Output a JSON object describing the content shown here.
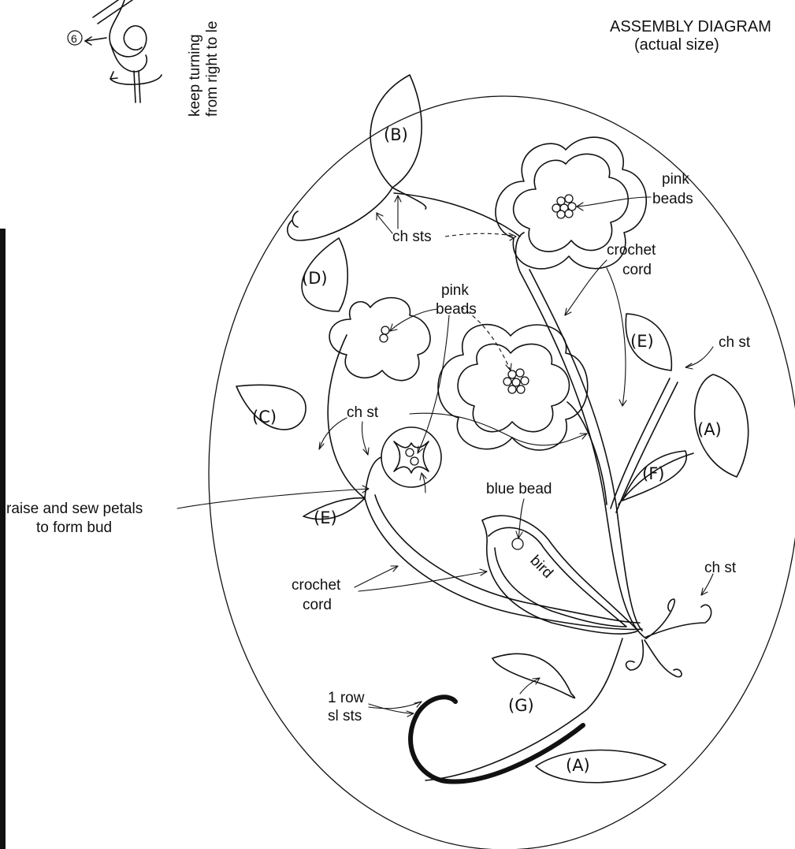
{
  "diagram": {
    "title": "ASSEMBLY DIAGRAM",
    "subtitle": "(actual size)",
    "step_number": "6",
    "turning_note_line1": "keep turning",
    "turning_note_line2": "from right to le",
    "leaves": {
      "B": "(B)",
      "D": "(D)",
      "C": "(C)",
      "E_upper": "(E)",
      "E_lower": "(E)",
      "A_right": "(A)",
      "A_bottom": "(A)",
      "F": "(F)",
      "G": "(G)"
    },
    "labels": {
      "ch_sts": "ch sts",
      "pink_beads_top_1": "pink",
      "pink_beads_top_2": "beads",
      "crochet_cord_top_1": "crochet",
      "crochet_cord_top_2": "cord",
      "pink_beads_mid_1": "pink",
      "pink_beads_mid_2": "beads",
      "ch_st_right": "ch st",
      "ch_st_mid": "ch st",
      "raise_sew_1": "raise and sew petals",
      "raise_sew_2": "to form bud",
      "blue_bead": "blue bead",
      "bird": "bird",
      "crochet_cord_low_1": "crochet",
      "crochet_cord_low_2": "cord",
      "ch_st_lower_right": "ch st",
      "row_sl_sts_1": "1 row",
      "row_sl_sts_2": "sl sts"
    }
  }
}
